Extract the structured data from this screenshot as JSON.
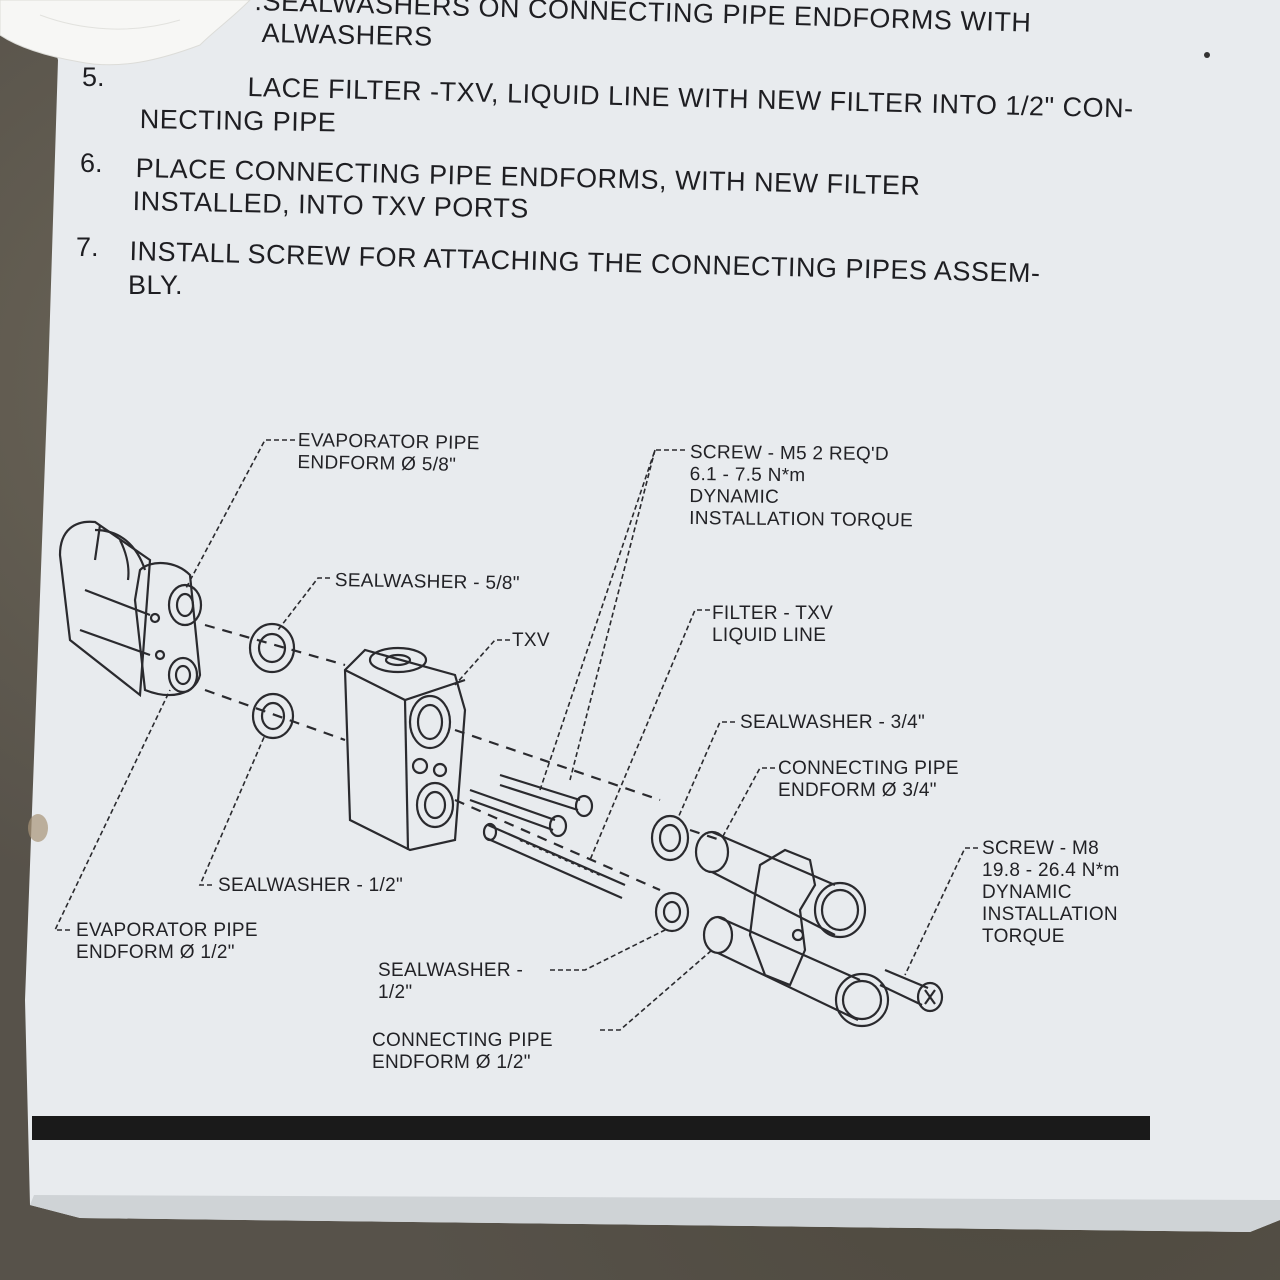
{
  "instructions": [
    {
      "num": "",
      "lines": [
        ".SEALWASHERS ON CONNECTING PIPE ENDFORMS WITH",
        "ALWASHERS"
      ]
    },
    {
      "num": "5.",
      "lines": [
        "LACE FILTER -TXV, LIQUID LINE WITH NEW FILTER INTO 1/2\" CON-",
        "NECTING PIPE"
      ]
    },
    {
      "num": "6.",
      "lines": [
        "PLACE CONNECTING PIPE ENDFORMS, WITH NEW FILTER",
        "INSTALLED, INTO TXV PORTS"
      ]
    },
    {
      "num": "7.",
      "lines": [
        "INSTALL SCREW FOR ATTACHING THE CONNECTING PIPES ASSEM-",
        "BLY."
      ]
    }
  ],
  "labels": {
    "evap_58": [
      "EVAPORATOR PIPE",
      "ENDFORM Ø 5/8\""
    ],
    "sealwasher_58": "SEALWASHER - 5/8\"",
    "txv": "TXV",
    "screw_m5": [
      "SCREW - M5 2 REQ'D",
      "6.1 - 7.5 N*m",
      "DYNAMIC",
      "INSTALLATION TORQUE"
    ],
    "filter_txv": [
      "FILTER - TXV",
      "LIQUID LINE"
    ],
    "sealwasher_34": "SEALWASHER - 3/4\"",
    "conn_34": [
      "CONNECTING PIPE",
      "ENDFORM Ø 3/4\""
    ],
    "sealwasher_12_left": "SEALWASHER - 1/2\"",
    "evap_12": [
      "EVAPORATOR PIPE",
      "ENDFORM Ø 1/2\""
    ],
    "sealwasher_12_mid": [
      "SEALWASHER -",
      "1/2\""
    ],
    "conn_12": [
      "CONNECTING PIPE",
      "ENDFORM Ø 1/2\""
    ],
    "screw_m8": [
      "SCREW - M8",
      "19.8 - 26.4 N*m",
      "DYNAMIC",
      "INSTALLATION",
      "TORQUE"
    ]
  },
  "colors": {
    "paper": "#e9ecef",
    "ink": "#222226",
    "bar": "#1a1a1a"
  }
}
